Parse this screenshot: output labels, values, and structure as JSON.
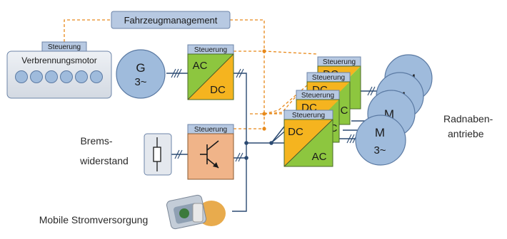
{
  "management": {
    "label": "Fahrzeugmanagement"
  },
  "engine": {
    "control_label": "Steuerung",
    "label": "Verbrennungsmotor",
    "cylinder_count": 6
  },
  "generator": {
    "line1": "G",
    "line2": "3~"
  },
  "inverter": {
    "control_label": "Steuerung",
    "in_label": "AC",
    "out_label": "DC"
  },
  "brake_chopper": {
    "control_label": "Steuerung"
  },
  "brake_resistor": {
    "line1": "Brems-",
    "line2": "widerstand"
  },
  "mobile_supply": {
    "label": "Mobile Stromversorgung"
  },
  "wheel_inverters": [
    {
      "control_label": "Steuerung",
      "in_label": "DC",
      "out_label": "C"
    },
    {
      "control_label": "Steuerung",
      "in_label": "DC",
      "out_label": "C"
    },
    {
      "control_label": "Steuerung",
      "in_label": "DC",
      "out_label": "C"
    },
    {
      "control_label": "Steuerung",
      "in_label": "DC",
      "out_label": "AC"
    }
  ],
  "motors": [
    {
      "line1": "M",
      "line2": ""
    },
    {
      "line1": "M",
      "line2": ""
    },
    {
      "line1": "M",
      "line2": ""
    },
    {
      "line1": "M",
      "line2": "3~"
    }
  ],
  "wheel_hub": {
    "line1": "Radnaben-",
    "line2": "antriebe"
  },
  "colors": {
    "control_fill": "#b7c9e2",
    "engine_fill": "#e4e8ee",
    "machine_fill": "#9fbbdc",
    "ac_fill": "#8dc63f",
    "dc_fill": "#f5b41f",
    "chopper_fill": "#f0b489",
    "signal_line": "#e8891a",
    "power_line": "#2b4a72"
  }
}
